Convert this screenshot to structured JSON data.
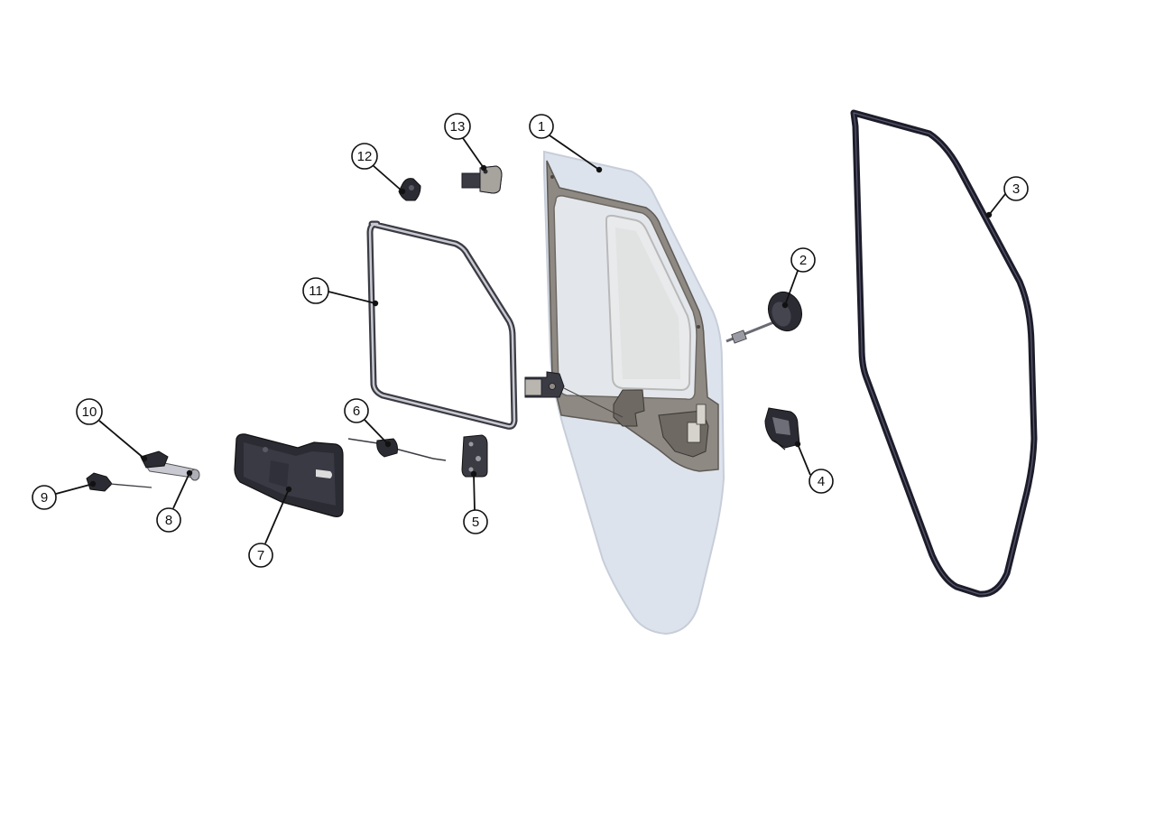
{
  "diagram": {
    "type": "exploded-parts-view",
    "callouts": [
      {
        "id": "1",
        "label": "1",
        "part": "door-panel"
      },
      {
        "id": "2",
        "label": "2",
        "part": "side-mirror"
      },
      {
        "id": "3",
        "label": "3",
        "part": "door-seal"
      },
      {
        "id": "4",
        "label": "4",
        "part": "exterior-handle"
      },
      {
        "id": "5",
        "label": "5",
        "part": "latch"
      },
      {
        "id": "6",
        "label": "6",
        "part": "lock-rod"
      },
      {
        "id": "7",
        "label": "7",
        "part": "interior-trim-panel"
      },
      {
        "id": "8",
        "label": "8",
        "part": "lock-cylinder"
      },
      {
        "id": "9",
        "label": "9",
        "part": "release-lever"
      },
      {
        "id": "10",
        "label": "10",
        "part": "cylinder-housing"
      },
      {
        "id": "11",
        "label": "11",
        "part": "window-seal"
      },
      {
        "id": "12",
        "label": "12",
        "part": "small-clip"
      },
      {
        "id": "13",
        "label": "13",
        "part": "hinge-bracket"
      }
    ]
  },
  "colors": {
    "door_glass": "#dde3ec",
    "door_glass_edge": "#c7ced9",
    "frame_gray": "#8e8983",
    "frame_edge": "#5e5954",
    "window_glass": "#e6e8ea",
    "dark_part": "#2b2b33",
    "seal_dark": "#1c1c2a",
    "seal_light": "#c9c9d2",
    "line": "#111111"
  }
}
